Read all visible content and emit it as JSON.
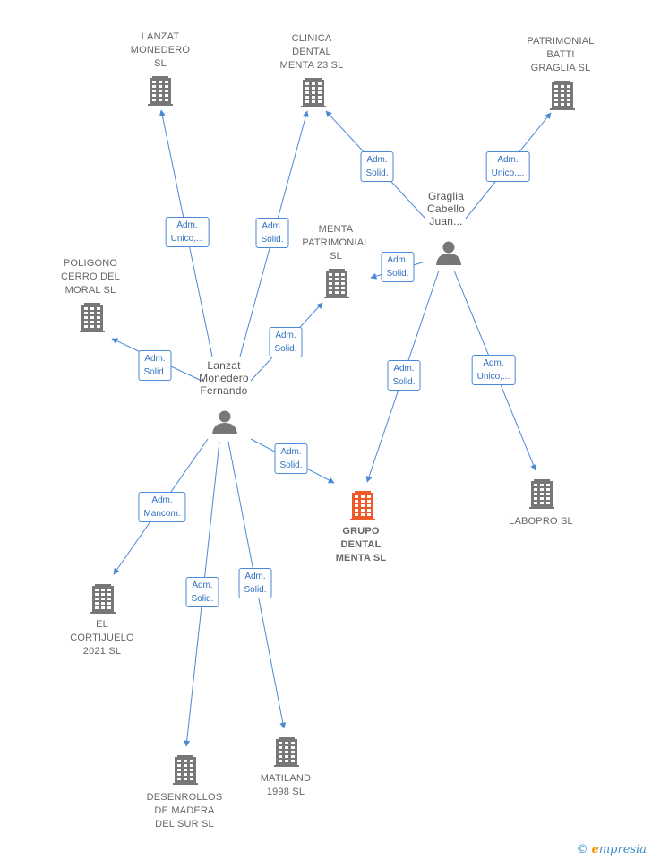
{
  "colors": {
    "edge": "#4a89d6",
    "company": "#777777",
    "main_company": "#f05a28",
    "person": "#777777"
  },
  "nodes": [
    {
      "id": "lanzat_monedero_sl",
      "type": "company",
      "name": "LANZAT\nMONEDERO\nSL"
    },
    {
      "id": "clinica_dental",
      "type": "company",
      "name": "CLINICA\nDENTAL\nMENTA 23  SL"
    },
    {
      "id": "patrimonial_batti",
      "type": "company",
      "name": "PATRIMONIAL\nBATTI\nGRAGLIA  SL"
    },
    {
      "id": "menta_patrimonial",
      "type": "company",
      "name": "MENTA\nPATRIMONIAL\nSL"
    },
    {
      "id": "poligono",
      "type": "company",
      "name": "POLIGONO\nCERRO DEL\nMORAL  SL"
    },
    {
      "id": "grupo_dental",
      "type": "main",
      "name": "GRUPO\nDENTAL\nMENTA  SL"
    },
    {
      "id": "labopro",
      "type": "company",
      "name": "LABOPRO  SL"
    },
    {
      "id": "el_cortijuelo",
      "type": "company",
      "name": "EL\nCORTIJUELO\n2021  SL"
    },
    {
      "id": "desenrollos",
      "type": "company",
      "name": "DESENROLLOS\nDE MADERA\nDEL SUR  SL"
    },
    {
      "id": "matiland",
      "type": "company",
      "name": "MATILAND\n1998  SL"
    },
    {
      "id": "lanzat_fernando",
      "type": "person",
      "name": "Lanzat\nMonedero\nFernando"
    },
    {
      "id": "graglia_juan",
      "type": "person",
      "name": "Graglia\nCabello\nJuan..."
    }
  ],
  "edges": [
    {
      "from": "lanzat_fernando",
      "to": "lanzat_monedero_sl",
      "label": "Adm.\nUnico,..."
    },
    {
      "from": "lanzat_fernando",
      "to": "clinica_dental",
      "label": "Adm.\nSolid."
    },
    {
      "from": "lanzat_fernando",
      "to": "menta_patrimonial",
      "label": "Adm.\nSolid."
    },
    {
      "from": "lanzat_fernando",
      "to": "poligono",
      "label": "Adm.\nSolid."
    },
    {
      "from": "lanzat_fernando",
      "to": "grupo_dental",
      "label": "Adm.\nSolid."
    },
    {
      "from": "lanzat_fernando",
      "to": "el_cortijuelo",
      "label": "Adm.\nMancom."
    },
    {
      "from": "lanzat_fernando",
      "to": "desenrollos",
      "label": "Adm.\nSolid."
    },
    {
      "from": "lanzat_fernando",
      "to": "matiland",
      "label": "Adm.\nSolid."
    },
    {
      "from": "graglia_juan",
      "to": "clinica_dental",
      "label": "Adm.\nSolid."
    },
    {
      "from": "graglia_juan",
      "to": "patrimonial_batti",
      "label": "Adm.\nUnico,..."
    },
    {
      "from": "graglia_juan",
      "to": "menta_patrimonial",
      "label": "Adm.\nSolid."
    },
    {
      "from": "graglia_juan",
      "to": "grupo_dental",
      "label": "Adm.\nSolid."
    },
    {
      "from": "graglia_juan",
      "to": "labopro",
      "label": "Adm.\nUnico,..."
    }
  ],
  "brand": {
    "copyright": "©",
    "name_initial": "e",
    "name_rest": "mpresia"
  }
}
